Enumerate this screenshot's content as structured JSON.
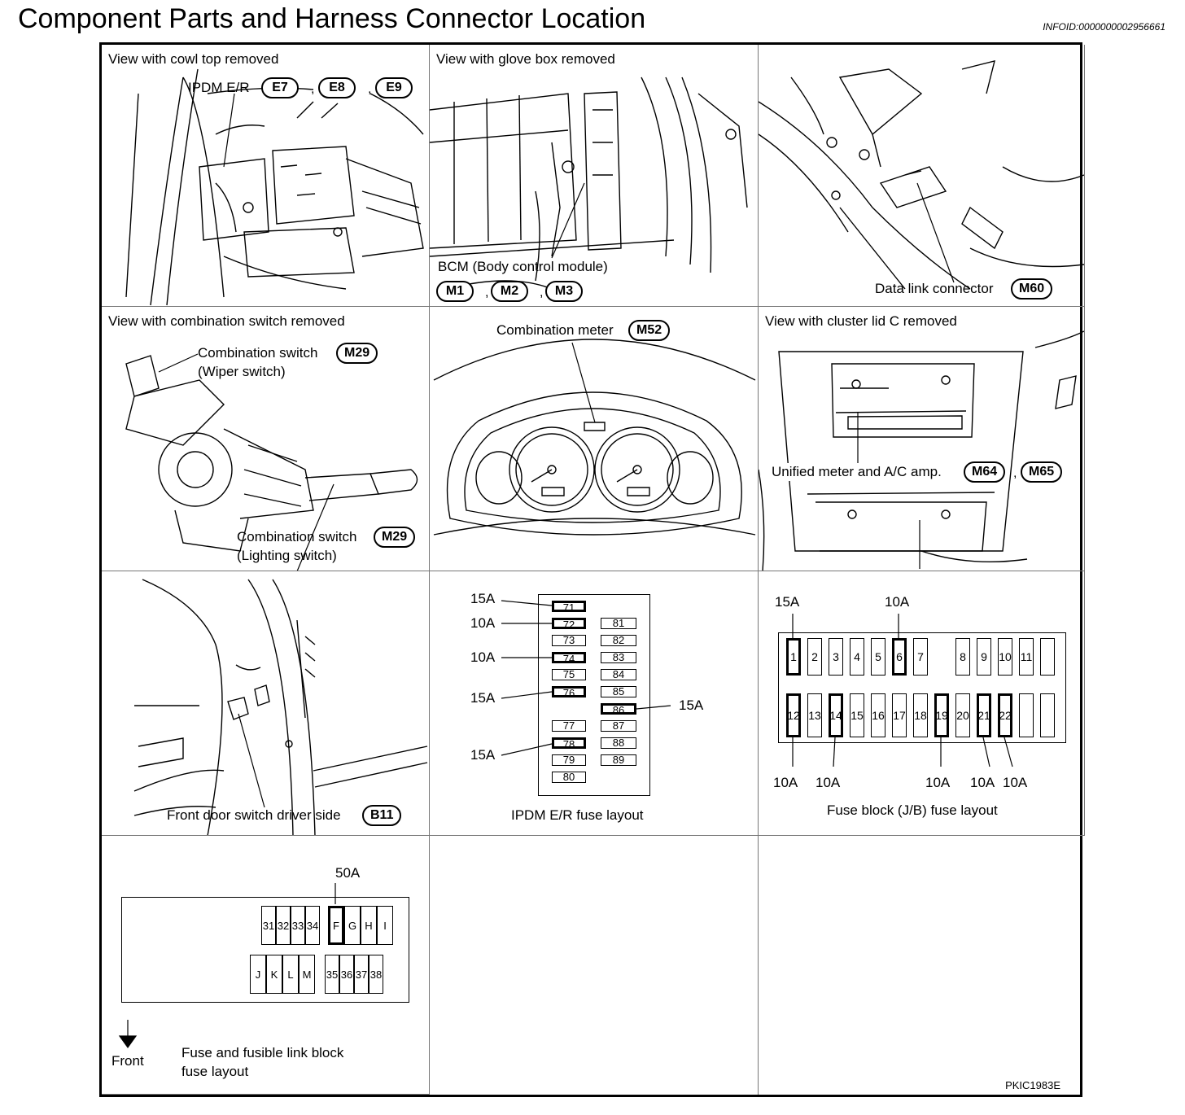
{
  "header": {
    "title": "Component Parts and Harness Connector Location",
    "info_id": "INFOID:0000000002956661"
  },
  "panels": {
    "cowl": {
      "title": "View with cowl top removed",
      "ipdm_label": "IPDM E/R",
      "connectors": [
        "E7",
        "E8",
        "E9"
      ]
    },
    "glove": {
      "title": "View with glove box removed",
      "bcm_label": "BCM (Body control module)",
      "connectors": [
        "M1",
        "M2",
        "M3"
      ]
    },
    "dlc": {
      "label": "Data link connector",
      "connector": "M60"
    },
    "combo_switch": {
      "title": "View with combination switch removed",
      "wiper_label": "Combination switch",
      "wiper_sub": "(Wiper switch)",
      "wiper_connector": "M29",
      "lighting_label": "Combination switch",
      "lighting_sub": "(Lighting switch)",
      "lighting_connector": "M29"
    },
    "meter": {
      "label": "Combination meter",
      "connector": "M52"
    },
    "cluster": {
      "title": "View with cluster lid C removed",
      "label": "Unified meter and A/C amp.",
      "connectors": [
        "M64",
        "M65"
      ]
    },
    "door": {
      "label": "Front door switch driver side",
      "connector": "B11"
    },
    "ipdm_fuse": {
      "caption": "IPDM E/R fuse layout",
      "left_fuses": [
        "71",
        "72",
        "73",
        "74",
        "75",
        "76",
        "77",
        "78",
        "79",
        "80"
      ],
      "right_fuses": [
        "81",
        "82",
        "83",
        "84",
        "85",
        "86",
        "87",
        "88",
        "89"
      ],
      "callouts": [
        "15A",
        "10A",
        "10A",
        "15A",
        "15A",
        "15A"
      ]
    },
    "jb_fuse": {
      "caption": "Fuse block (J/B) fuse layout",
      "top_row": [
        "1",
        "2",
        "3",
        "4",
        "5",
        "6",
        "7",
        "",
        "8",
        "9",
        "10",
        "11",
        ""
      ],
      "bottom_row": [
        "12",
        "13",
        "14",
        "15",
        "16",
        "17",
        "18",
        "19",
        "20",
        "21",
        "22",
        "",
        ""
      ],
      "top_callouts": [
        "15A",
        "10A"
      ],
      "bottom_callouts": [
        "10A",
        "10A",
        "10A",
        "10A",
        "10A"
      ]
    },
    "fusible_link": {
      "caption_line1": "Fuse and fusible link block",
      "caption_line2": "fuse layout",
      "front_label": "Front",
      "callout": "50A",
      "top_row": [
        "31",
        "32",
        "33",
        "34",
        "F",
        "G",
        "H",
        "I"
      ],
      "bottom_row": [
        "J",
        "K",
        "L",
        "M",
        "35",
        "36",
        "37",
        "38"
      ]
    }
  },
  "footer": {
    "ref": "PKIC1983E"
  }
}
